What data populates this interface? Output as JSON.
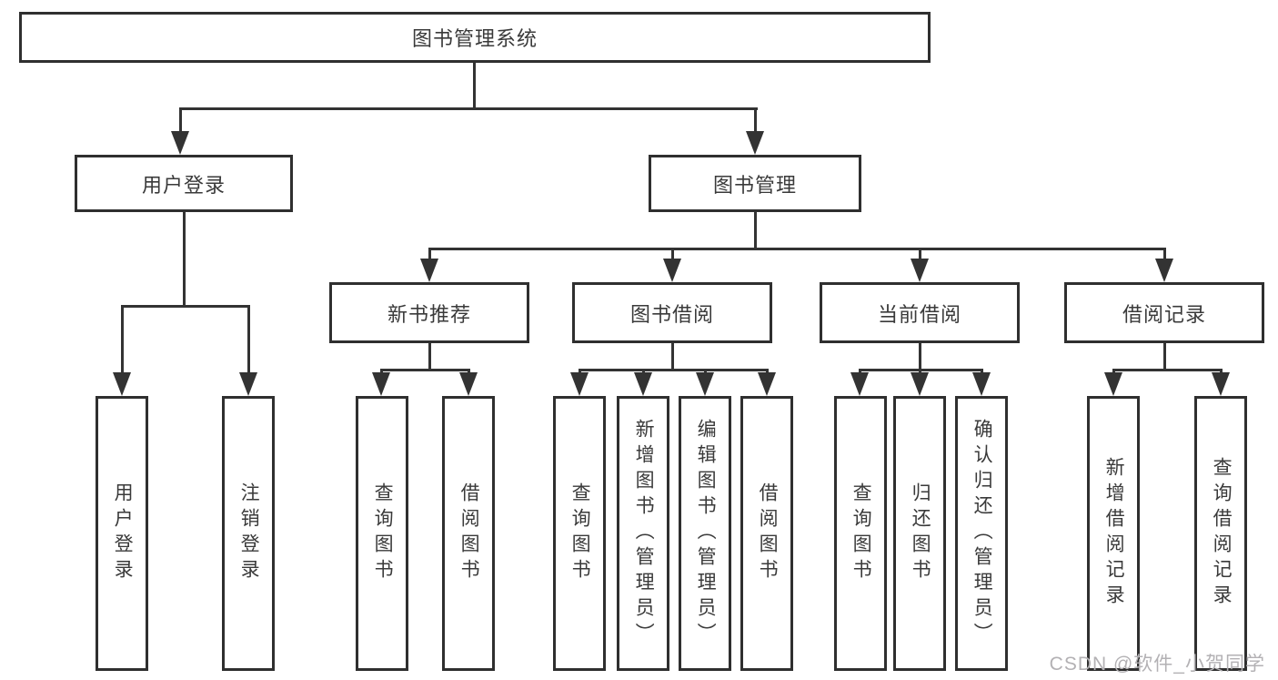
{
  "diagram": {
    "background": "#ffffff",
    "line_color": "#333333",
    "text_color": "#3a3a3a",
    "root": {
      "label": "图书管理系统"
    },
    "level2": [
      {
        "label": "用户登录"
      },
      {
        "label": "图书管理"
      }
    ],
    "level3": [
      {
        "label": "新书推荐"
      },
      {
        "label": "图书借阅"
      },
      {
        "label": "当前借阅"
      },
      {
        "label": "借阅记录"
      }
    ],
    "leaves": [
      {
        "label": "用户登录"
      },
      {
        "label": "注销登录"
      },
      {
        "label": "查询图书"
      },
      {
        "label": "借阅图书"
      },
      {
        "label": "查询图书"
      },
      {
        "label": "新增图书（管理员）"
      },
      {
        "label": "编辑图书（管理员）"
      },
      {
        "label": "借阅图书"
      },
      {
        "label": "查询图书"
      },
      {
        "label": "归还图书"
      },
      {
        "label": "确认归还（管理员）"
      },
      {
        "label": "新增借阅记录"
      },
      {
        "label": "查询借阅记录"
      }
    ],
    "watermark": "CSDN @软件_小贺同学"
  }
}
